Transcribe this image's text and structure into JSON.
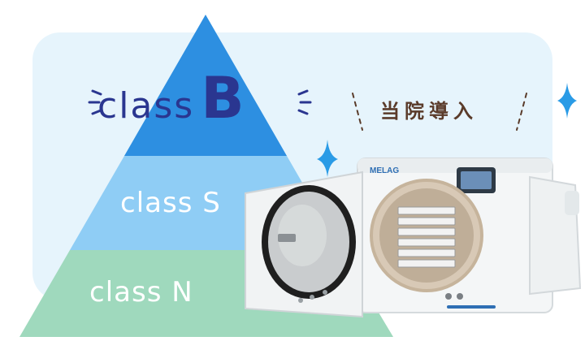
{
  "pyramid": {
    "top_label_word": "class",
    "top_label_letter": "B",
    "middle_label": "class S",
    "bottom_label": "class N"
  },
  "intro_text": "当院導入",
  "device_brand": "MELAG",
  "colors": {
    "class_b": "#2d8fe1",
    "class_s": "#8fcdf5",
    "class_n": "#9fd9bd",
    "title": "#2a3690",
    "intro": "#5a3b2a",
    "sparkle": "#2a9be6"
  }
}
